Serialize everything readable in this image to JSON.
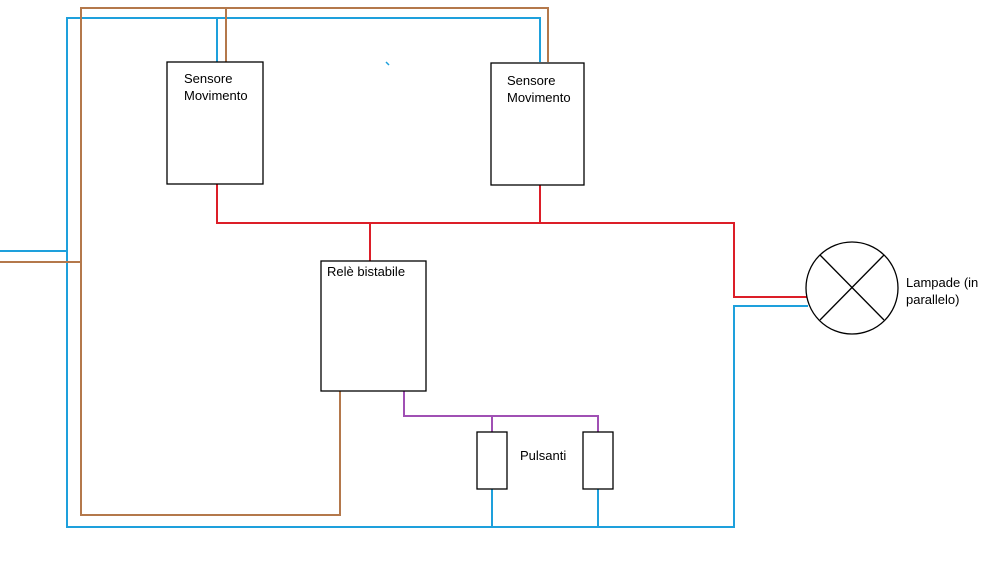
{
  "diagram": {
    "sensor_1": {
      "line1": "Sensore",
      "line2": "Movimento"
    },
    "sensor_2": {
      "line1": "Sensore",
      "line2": "Movimento"
    },
    "relay": {
      "label": "Relè bistabile"
    },
    "buttons": {
      "label": "Pulsanti"
    },
    "lamp": {
      "line1": "Lampade (in",
      "line2": "parallelo)"
    }
  },
  "colors": {
    "neutral_wire": "#1ea0dc",
    "phase_wire": "#b4784b",
    "switched_wire": "#dc1e28",
    "button_wire": "#a050b4",
    "component_outline": "#000000"
  }
}
